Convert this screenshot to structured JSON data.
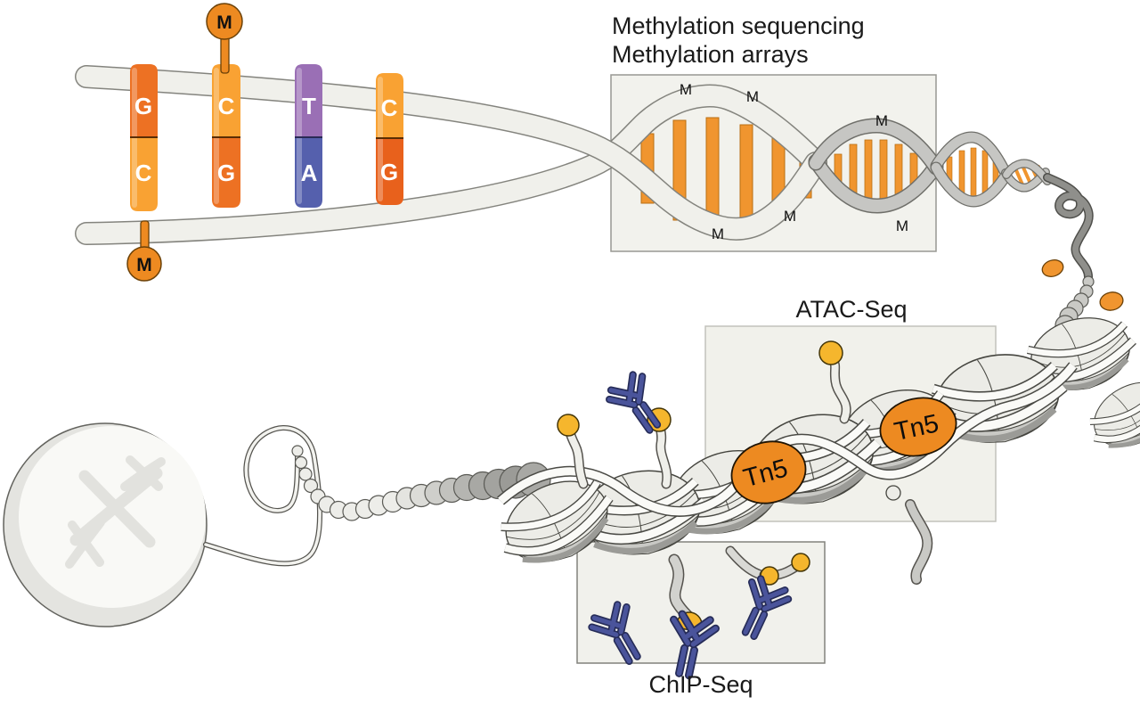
{
  "diagram": {
    "background_color": "#ffffff",
    "text_color": "#1a1a1a",
    "annotations": {
      "methylation": {
        "line1": "Methylation sequencing",
        "line2": "Methylation arrays"
      },
      "atac": {
        "label": "ATAC-Seq"
      },
      "chip": {
        "label": "ChIP-Seq"
      }
    },
    "dna_ladder": {
      "base_pairs": [
        {
          "top": {
            "letter": "G",
            "color": "#ED7123"
          },
          "bottom": {
            "letter": "C",
            "color": "#F9A233"
          }
        },
        {
          "top": {
            "letter": "C",
            "color": "#F9A233"
          },
          "bottom": {
            "letter": "G",
            "color": "#ED7123"
          }
        },
        {
          "top": {
            "letter": "T",
            "color": "#9A6FB5"
          },
          "bottom": {
            "letter": "A",
            "color": "#5560AD"
          }
        },
        {
          "top": {
            "letter": "C",
            "color": "#F9A233"
          },
          "bottom": {
            "letter": "G",
            "color": "#E8611C"
          }
        }
      ],
      "methyl_groups": [
        {
          "label": "M"
        },
        {
          "label": "M"
        }
      ]
    },
    "methylation_panel": {
      "m_marks": [
        "M",
        "M",
        "M",
        "M",
        "M",
        "M"
      ]
    },
    "atac_panel": {
      "enzymes": [
        {
          "label": "Tn5"
        },
        {
          "label": "Tn5"
        }
      ]
    },
    "icons": {
      "methyl_group": "orange-circle-M-on-stick",
      "histone_tail": "wavy-tail-with-yellow-ball-tip",
      "antibody": "blue-Y-shape",
      "nucleosome": "gray-disc-wrapped-with-dna-ribbon",
      "nucleus": "cell-nucleus-with-chromosomes"
    },
    "colors": {
      "strand_white": "#F0F0EB",
      "strand_gray": "#C6C6C3",
      "bar_orange": "#F0952F",
      "methyl_orange": "#ED8A21",
      "amber": "#F9A233",
      "dark_orange": "#ED7123",
      "red_orange": "#E8611C",
      "purple": "#9A6FB5",
      "blue": "#5560AD",
      "tail_yellow": "#F5B62D",
      "antibody_blue": "#4A549B",
      "panel_fill": "#F2F2ED"
    }
  }
}
